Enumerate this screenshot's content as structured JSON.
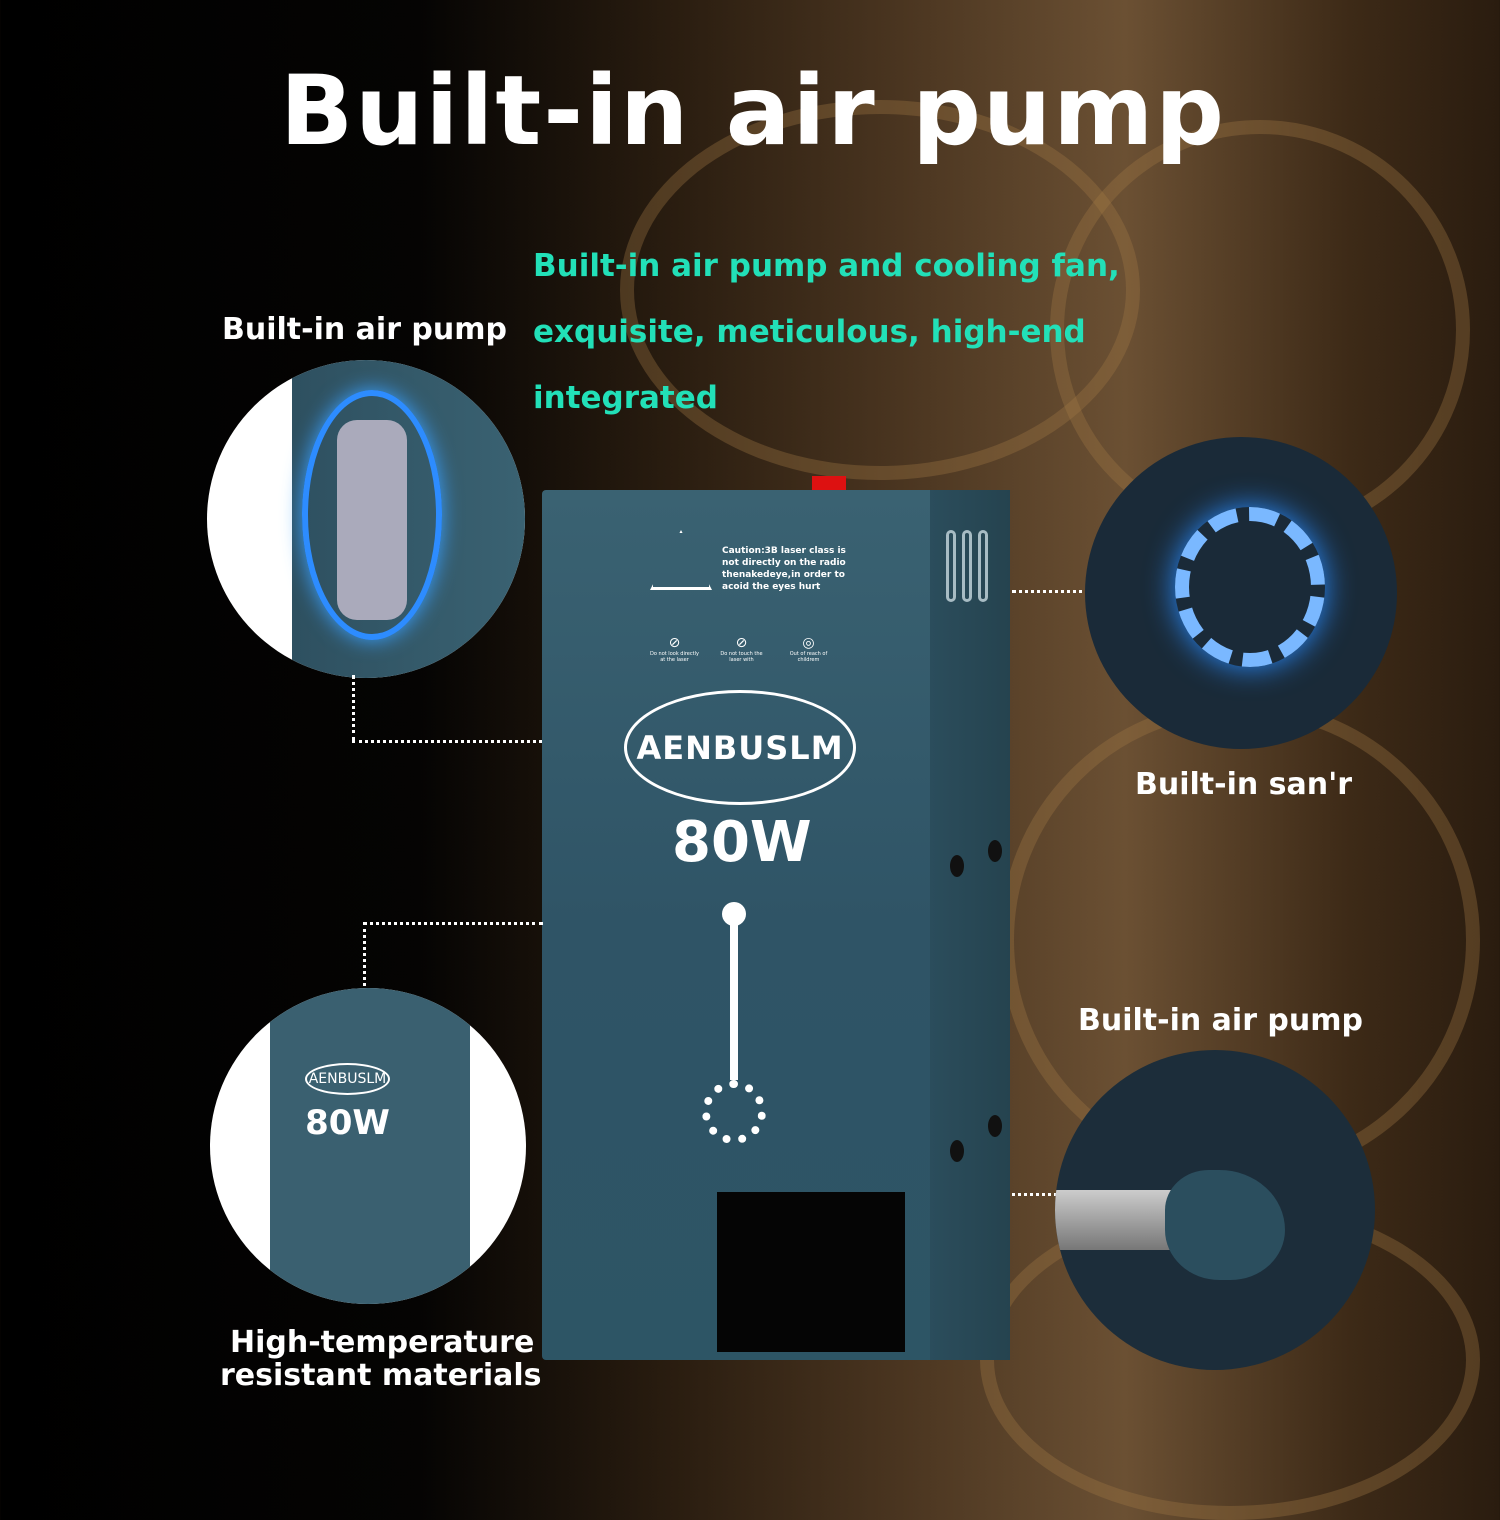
{
  "title": "Built-in air pump",
  "subtitle_lines": [
    "Built-in air pump and cooling fan,",
    "exquisite, meticulous, high-end",
    "integrated"
  ],
  "labels": {
    "top_left": "Built-in air pump",
    "right_mid": "Built-in san'r",
    "right_bottom": "Built-in air pump",
    "bottom_left_1": "High-temperature",
    "bottom_left_2": "resistant materials"
  },
  "device": {
    "brand": "AENBUSLM",
    "power": "80W",
    "caution": "Caution:3B laser class is not directly on the radio thenakedeye,in order to acoid the eyes hurt",
    "warnings": [
      "Do not look directly at the laser",
      "Do not touch the laser with",
      "Out of reach of childrem"
    ]
  },
  "colors": {
    "accent": "#22e0b8",
    "device": "#2f5466"
  }
}
